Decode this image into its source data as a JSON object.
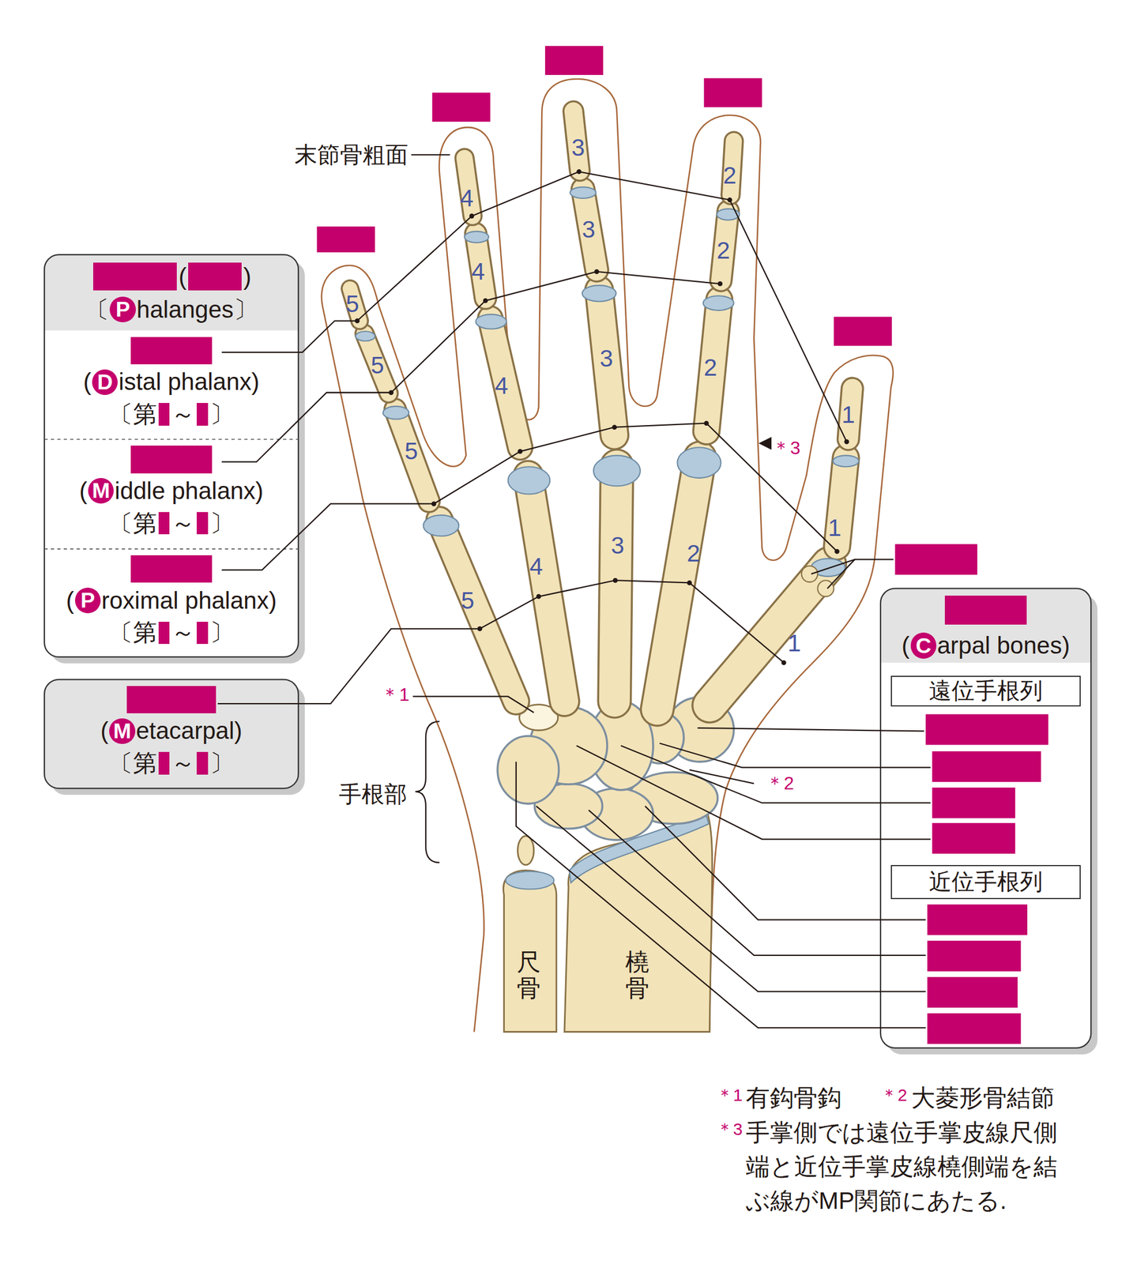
{
  "diagram": {
    "nodes": [
      {
        "text": [
          "(",
          ")",
          "〔",
          "P",
          "halanges〕"
        ]
      },
      {
        "text": [
          "(",
          "D",
          "istal phalanx)",
          "〔第",
          "～",
          "〕"
        ],
        "in": 0
      },
      {
        "text": [
          "(",
          "M",
          "iddle phalanx)",
          "〔第",
          "～",
          "〕"
        ],
        "in": 0
      },
      {
        "text": [
          "(",
          "P",
          "roximal phalanx)",
          "〔第",
          "～",
          "〕"
        ],
        "in": 0
      },
      {
        "text": [
          "(",
          "M",
          "etacarpal)",
          "〔第",
          "～",
          "〕"
        ]
      },
      {
        "text": [
          "(",
          "C",
          "arpal bones)"
        ]
      },
      {
        "text": [
          "遠位手根列"
        ],
        "in": 5
      },
      {
        "text": [
          "近位手根列"
        ],
        "in": 5
      }
    ],
    "labels": [
      "末節骨粗面",
      "5",
      "4",
      "3",
      "2",
      "1",
      "5",
      "4",
      "3",
      "2",
      "5",
      "4",
      "3",
      "2",
      "1",
      "5",
      "4",
      "3",
      "2",
      "1",
      "＊1",
      "＊2",
      "＊3",
      "手根部",
      "尺骨",
      "橈骨",
      "＊1",
      "有鈎骨鈎",
      "＊2",
      "大菱形骨結節",
      "＊3",
      "手掌側では遠位手掌皮線尺側端と近位手掌皮線橈側端を結ぶ線がMP関節にあたる."
    ]
  }
}
